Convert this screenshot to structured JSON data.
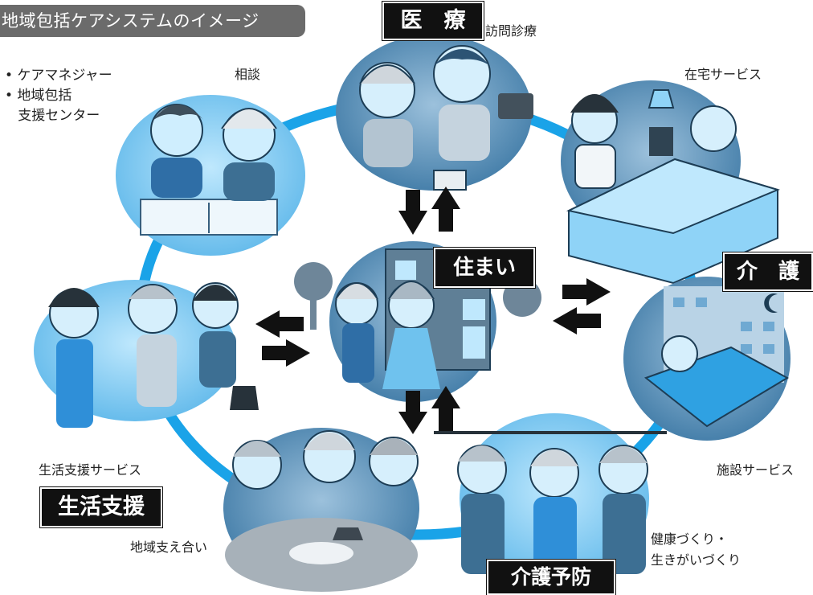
{
  "title": "地域包括ケアシステムのイメージ",
  "badges": {
    "medical": "医　療",
    "housing": "住まい",
    "care": "介　護",
    "life_support": "生活支援",
    "prevention": "介護予防"
  },
  "labels": {
    "consultation": "相談",
    "home_visit_medical": "訪問診療",
    "home_service": "在宅サービス",
    "facility_service": "施設サービス",
    "life_support_service": "生活支援サービス",
    "community_support": "地域支え合い",
    "health_line1": "健康づくり・",
    "health_line2": "生きがいづくり"
  },
  "consultants": [
    "• ケアマネジャー",
    "• 地域包括",
    "   支援センター"
  ],
  "colors": {
    "ring": "#1aa3e8",
    "circle_dark": "#4f89b3",
    "circle_light": "#8fd3f7",
    "badge_bg": "#111111",
    "title_bg": "#6b6b6b"
  }
}
